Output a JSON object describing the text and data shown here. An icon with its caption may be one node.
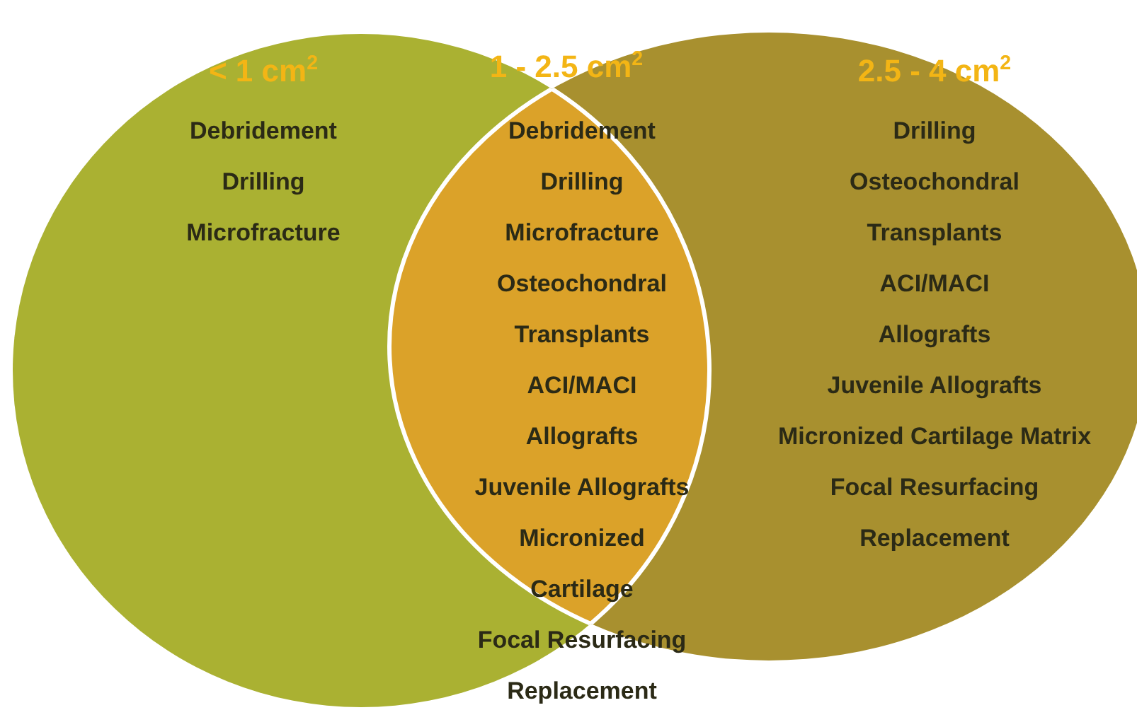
{
  "diagram": {
    "nodes": [
      {
        "text": [
          "< 1 cm$^{2}$",
          "Debridement",
          "Drilling",
          "Microfracture"
        ]
      },
      {
        "text": [
          "2.5 - 4 cm$^{2}$",
          "Drilling",
          "Osteochondral Transplants",
          "ACI/MACI",
          "Allografts",
          "Juvenile Allografts",
          "Micronized Cartilage Matrix",
          "Focal Resurfacing",
          "Replacement"
        ]
      },
      {
        "text": [
          "1 - 2.5 cm$^{2}$",
          "Debridement",
          "Drilling",
          "Microfracture",
          "Osteochondral Transplants",
          "ACI/MACI",
          "Allografts",
          "Juvenile Allografts",
          "Micronized Cartilage",
          "Focal Resurfacing",
          "Replacement"
        ]
      }
    ]
  }
}
